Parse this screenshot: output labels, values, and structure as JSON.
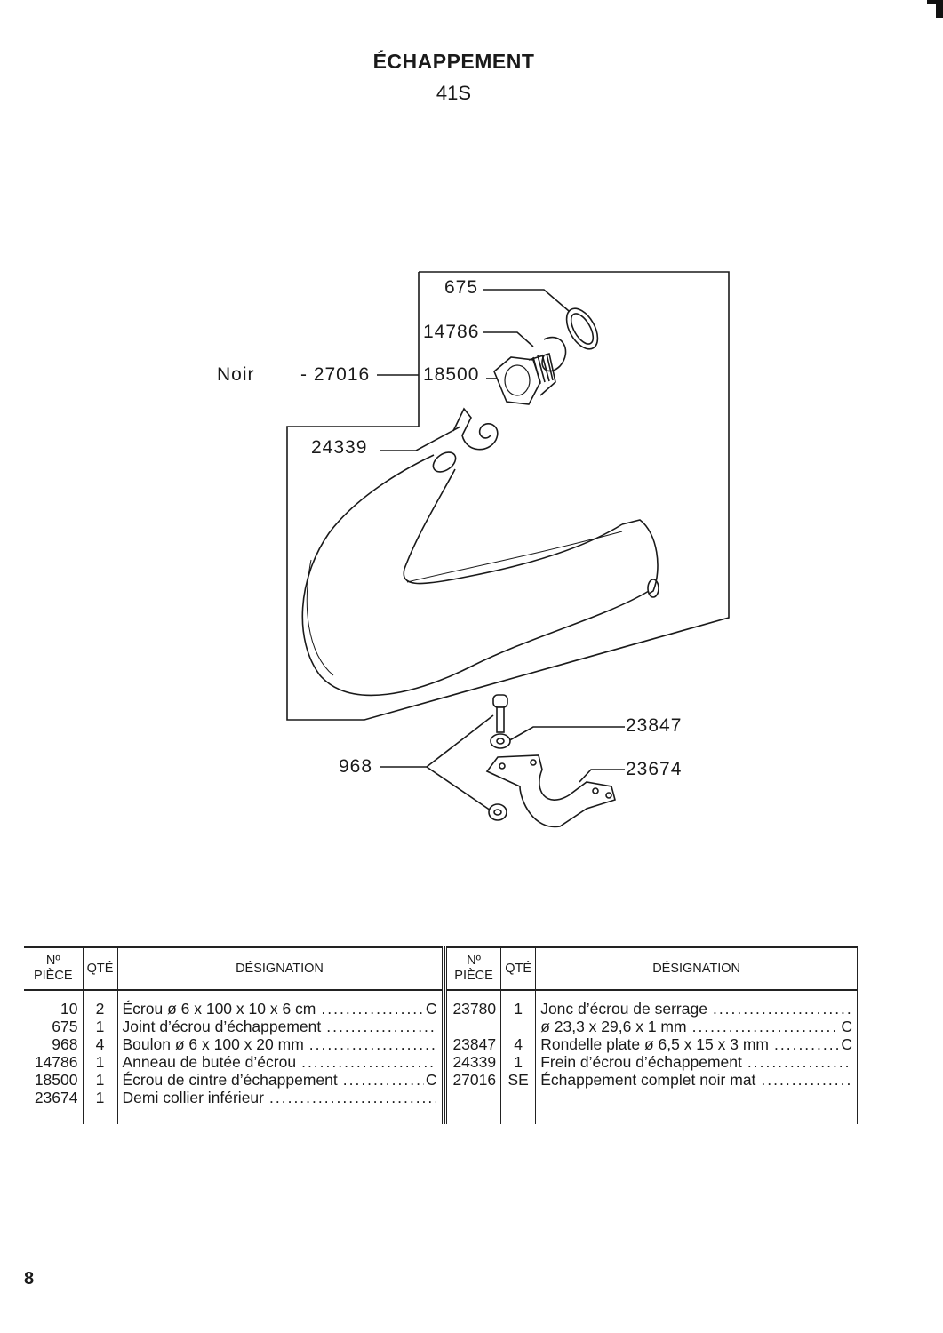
{
  "header": {
    "title": "ÉCHAPPEMENT",
    "subtitle": "41S"
  },
  "diagram": {
    "color_note": "Noir",
    "callouts": {
      "c675": "675",
      "c14786": "14786",
      "c27016": "- 27016",
      "c18500": "18500",
      "c24339": "24339",
      "c23847": "23847",
      "c968": "968",
      "c23674": "23674"
    }
  },
  "table": {
    "headers": {
      "piece": "Nº PIÈCE",
      "piece_no": "Nº",
      "piece_label": "PIÈCE",
      "qte": "QTÉ",
      "designation": "DÉSIGNATION"
    },
    "left_rows": [
      {
        "piece": "10",
        "qte": "2",
        "designation": "Écrou ø 6 x 100 x 10 x 6 cm",
        "code": "C"
      },
      {
        "piece": "675",
        "qte": "1",
        "designation": "Joint d’écrou d’échappement",
        "code": ""
      },
      {
        "piece": "968",
        "qte": "4",
        "designation": "Boulon ø 6 x 100 x 20 mm",
        "code": ""
      },
      {
        "piece": "14786",
        "qte": "1",
        "designation": "Anneau de butée d’écrou",
        "code": ""
      },
      {
        "piece": "18500",
        "qte": "1",
        "designation": "Écrou de cintre d’échappement",
        "code": "C"
      },
      {
        "piece": "23674",
        "qte": "1",
        "designation": "Demi collier inférieur",
        "code": ""
      }
    ],
    "right_rows": [
      {
        "piece": "23780",
        "qte": "1",
        "designation": "Jonc d’écrou de serrage",
        "code": ""
      },
      {
        "piece": "",
        "qte": "",
        "designation": "ø 23,3 x 29,6 x 1 mm",
        "code": "C"
      },
      {
        "piece": "23847",
        "qte": "4",
        "designation": "Rondelle plate ø 6,5 x 15 x 3 mm",
        "code": "C"
      },
      {
        "piece": "24339",
        "qte": "1",
        "designation": "Frein d’écrou d’échappement",
        "code": ""
      },
      {
        "piece": "27016",
        "qte": "SE",
        "designation": "Échappement complet noir mat",
        "code": ""
      }
    ]
  },
  "footer": {
    "page_number": "8"
  }
}
